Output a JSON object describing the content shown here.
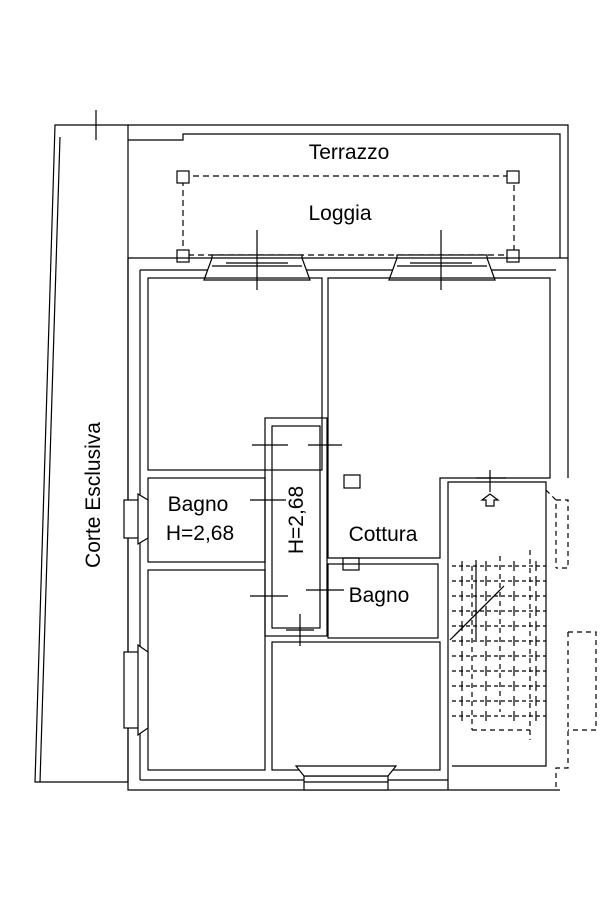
{
  "plan": {
    "labels": {
      "terrazzo": "Terrazzo",
      "loggia": "Loggia",
      "corte": "Corte Esclusiva",
      "bagno_left_name": "Bagno",
      "bagno_left_height": "H=2,68",
      "corridor_height": "H=2,68",
      "cottura": "Cottura",
      "bagno_right_name": "Bagno"
    },
    "colors": {
      "line": "#000000",
      "background": "#ffffff"
    }
  }
}
